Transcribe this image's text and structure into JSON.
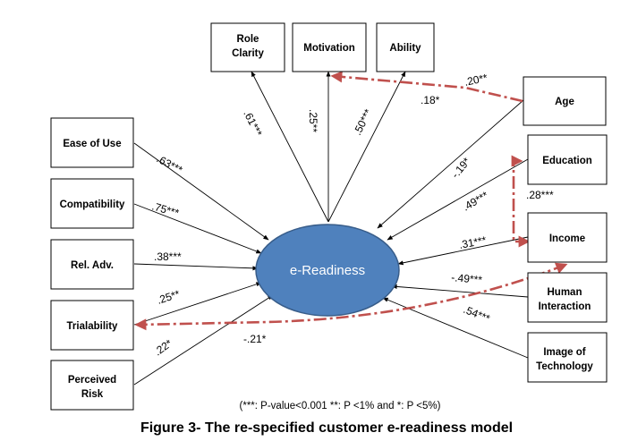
{
  "figure": {
    "center_label": "e-Readiness",
    "note": "(***: P-value<0.001 **: P <1% and *:  P <5%)",
    "caption": "Figure 3- The re-specified customer e-readiness model"
  },
  "colors": {
    "ellipse_fill": "#4f81bd",
    "ellipse_stroke": "#385d8a",
    "dashed_arrow": "#c0504d"
  },
  "boxes": {
    "role_clarity": [
      "Role",
      "Clarity"
    ],
    "motivation": [
      "Motivation"
    ],
    "ability": [
      "Ability"
    ],
    "age": [
      "Age"
    ],
    "education": [
      "Education"
    ],
    "income": [
      "Income"
    ],
    "human_interaction": [
      "Human",
      "Interaction"
    ],
    "image_of_technology": [
      "Image of",
      "Technology"
    ],
    "ease_of_use": [
      "Ease of Use"
    ],
    "compatibility": [
      "Compatibility"
    ],
    "rel_adv": [
      "Rel. Adv."
    ],
    "trialability": [
      "Trialability"
    ],
    "perceived_risk": [
      "Perceived",
      "Risk"
    ]
  },
  "coefficients": {
    "role_clarity": ".61***",
    "motivation": ".25**",
    "ability": ".50***",
    "age": "-.19*",
    "education": ".49***",
    "income": ".31***",
    "human_interaction": "-.49***",
    "image_of_technology": ".54***",
    "ease_of_use": ".63***",
    "compatibility": ".75***",
    "rel_adv": ".38***",
    "trialability": ".25**",
    "perceived_risk": ".22*",
    "age_to_motivation": ".20**",
    "age_to_ability": ".18*",
    "education_to_income": ".28***",
    "income_to_trialability": "-.21*"
  }
}
